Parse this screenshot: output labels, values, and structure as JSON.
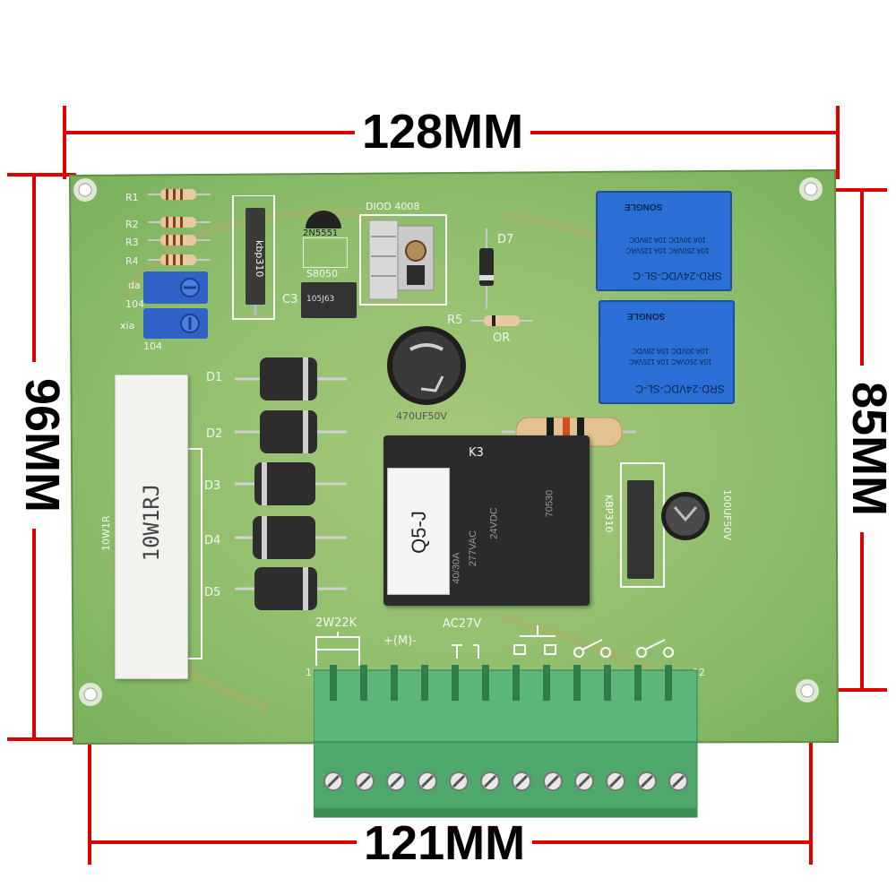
{
  "dimensions": {
    "top": "128MM",
    "bottom": "121MM",
    "left": "96MM",
    "right": "85MM"
  },
  "colors": {
    "pcb": "#8fbe6c",
    "pcb_dark": "#6a9d48",
    "silkscreen": "#ffffff",
    "relay_blue": "#2b6fd6",
    "dimension_line": "#e00000",
    "terminal_green": "#4fae6e"
  },
  "silkscreen": {
    "r1": "R1",
    "r2": "R2",
    "r3": "R3",
    "r4": "R4",
    "da": "da",
    "xia": "xia",
    "pot_104_a": "104",
    "pot_104_b": "104",
    "kbp310_top": "kbp310",
    "c3": "C3",
    "q_2n5551": "2N5551",
    "q_s8050": "S8050",
    "ic_105j63": "105J63",
    "diode_top": "DIOD 4008",
    "d7": "D7",
    "r5": "R5",
    "or": "OR",
    "d1": "D1",
    "d2": "D2",
    "d3": "D3",
    "d4": "D4",
    "d5": "D5",
    "cap_470": "470UF50V",
    "k3": "K3",
    "kbp310_right": "KBP310",
    "cap_100": "100UF50V",
    "res_10w": "10W1R",
    "res_body": "10W1RJ",
    "pot_2w22k": "2W22K",
    "ac27v": "AC27V",
    "motor": "+(M)-",
    "pin_1": "1",
    "pin_12": "12"
  },
  "relays": {
    "small_model": "SRD-24VDC-SL-C",
    "small_brand": "SONGLE",
    "small_rating_1": "10A 250VAC  10A 125VAC",
    "small_rating_2": "10A 30VDC  10A 28VDC",
    "big_label_1": "24VDC",
    "big_label_2": "40/30A",
    "big_label_3": "277VAC",
    "big_label_4": "70530",
    "big_sticker": "Q5-J"
  }
}
